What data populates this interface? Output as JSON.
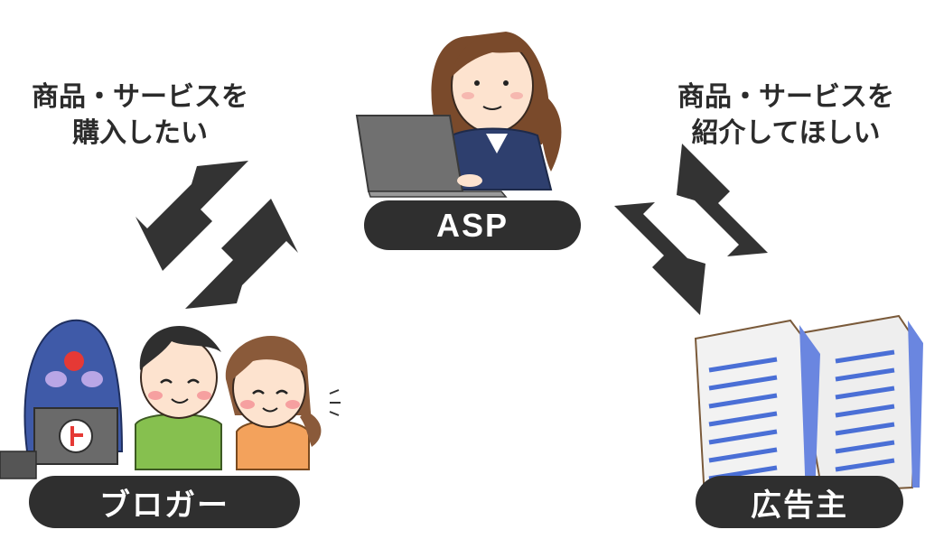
{
  "nodes": {
    "asp": {
      "label": "ASP"
    },
    "blogger": {
      "label": "ブロガー"
    },
    "advertiser": {
      "label": "広告主"
    }
  },
  "captions": {
    "left": "商品・サービスを\n購入したい",
    "right": "商品・サービスを\n紹介してほしい"
  },
  "colors": {
    "pill": "#2f2f2f",
    "arrow": "#333333",
    "building": "#f0f0f0",
    "window": "#4a6fd6"
  }
}
